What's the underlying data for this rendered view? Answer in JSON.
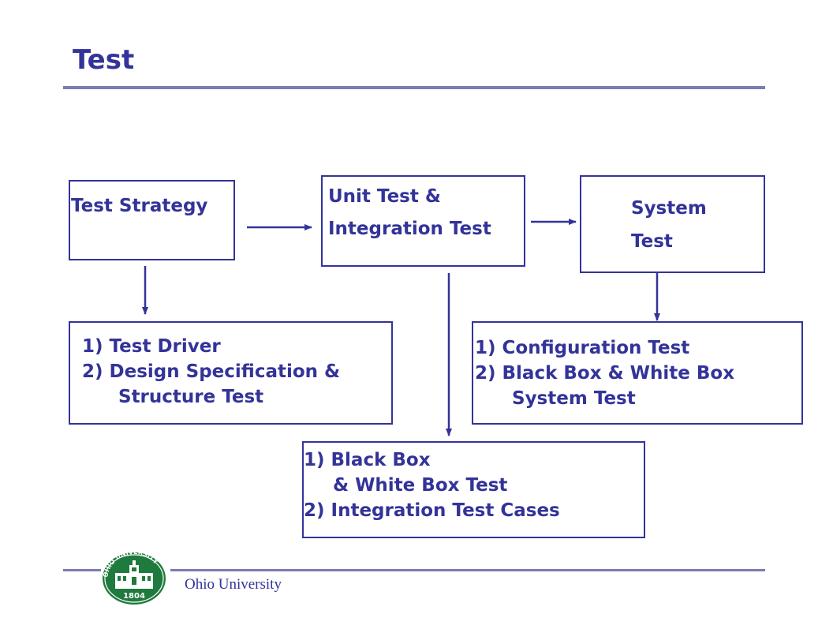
{
  "slide": {
    "title": "Test",
    "footer": "Ohio University"
  },
  "boxes": {
    "strategy": {
      "label": "Test Strategy"
    },
    "unit": {
      "line1": "Unit Test &",
      "line2": "Integration Test"
    },
    "system": {
      "line1": "System",
      "line2": "Test"
    },
    "strategy_detail": {
      "line1": "1)   Test Driver",
      "line2": "2)   Design Specification &",
      "line3": "Structure Test"
    },
    "system_detail": {
      "line1": "1) Configuration Test",
      "line2": "2) Black Box & White Box",
      "line3": "System Test"
    },
    "unit_detail": {
      "line1": "1)  Black Box",
      "line2": "& White Box Test",
      "line3": "2) Integration  Test Cases"
    }
  },
  "seal": {
    "arc_text": "OHIO UNIVERSITY",
    "year": "1804",
    "colors": {
      "green": "#1f7a3d",
      "light": "#ffffff"
    }
  },
  "colors": {
    "primary": "#333399",
    "rule": "#7b7bb5"
  }
}
